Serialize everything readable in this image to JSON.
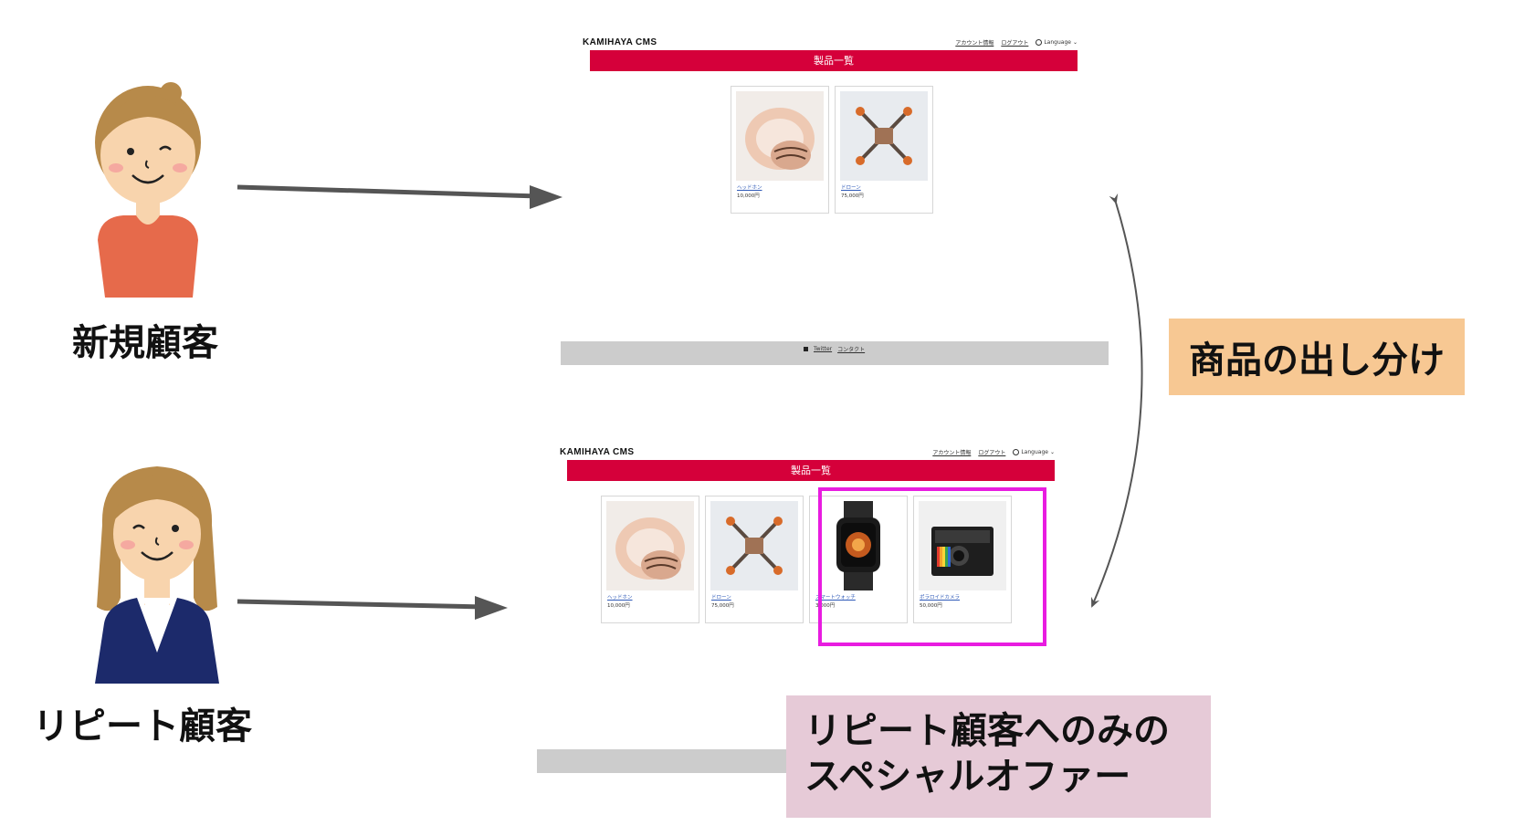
{
  "personas": {
    "new": {
      "label": "新規顧客"
    },
    "repeat": {
      "label": "リピート顧客"
    }
  },
  "site_new": {
    "logo": "KAMIHAYA CMS",
    "nav": {
      "account": "アカウント情報",
      "logout": "ログアウト",
      "language": "Language"
    },
    "banner": "製品一覧",
    "products": [
      {
        "name": "ヘッドホン",
        "price": "10,000円"
      },
      {
        "name": "ドローン",
        "price": "75,000円"
      }
    ],
    "footer": {
      "twitter": "Twitter",
      "contact": "コンタクト"
    }
  },
  "site_repeat": {
    "logo": "KAMIHAYA CMS",
    "nav": {
      "account": "アカウント情報",
      "logout": "ログアウト",
      "language": "Language"
    },
    "banner": "製品一覧",
    "products": [
      {
        "name": "ヘッドホン",
        "price": "10,000円"
      },
      {
        "name": "ドローン",
        "price": "75,000円"
      },
      {
        "name": "スマートウォッチ",
        "price": "3,000円"
      },
      {
        "name": "ポラロイドカメラ",
        "price": "50,000円"
      }
    ]
  },
  "callouts": {
    "switching": "商品の出し分け",
    "special_offer_line1": "リピート顧客へのみの",
    "special_offer_line2": "スペシャルオファー"
  },
  "colors": {
    "banner_red": "#d5003a",
    "highlight_magenta": "#e81ce0",
    "callout_orange": "#f7c893",
    "callout_pink": "#e6cad7",
    "footer_gray": "#cccccc"
  }
}
